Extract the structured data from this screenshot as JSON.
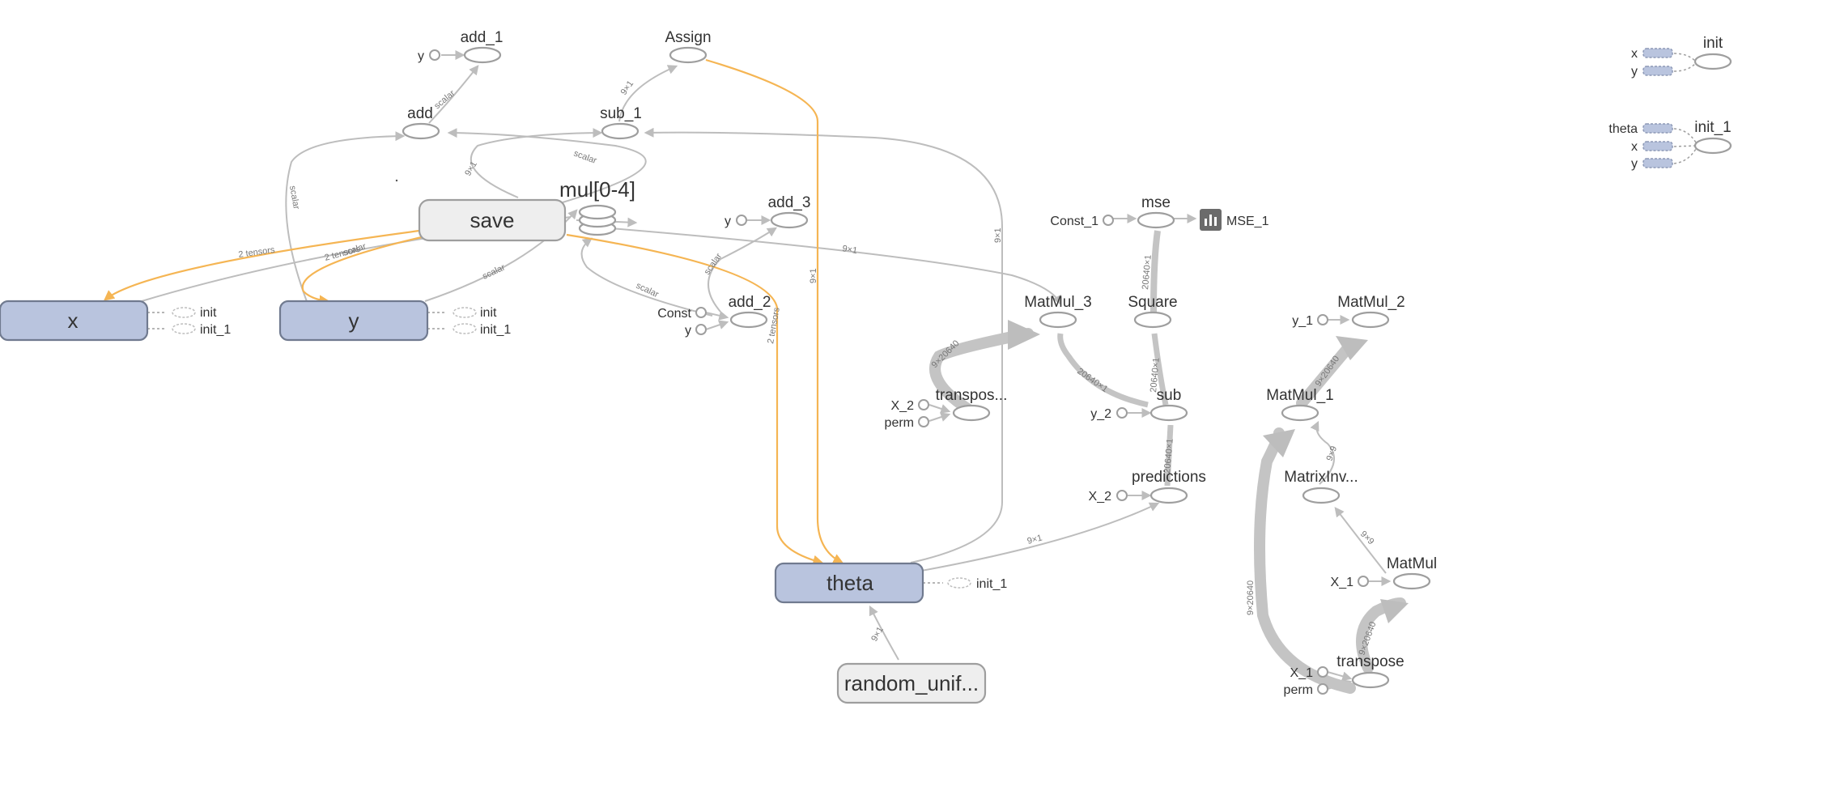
{
  "nodes": {
    "add_1": "add_1",
    "add": "add",
    "assign": "Assign",
    "sub_1": "sub_1",
    "mul": "mul[0-4]",
    "save": "save",
    "add_3": "add_3",
    "add_2": "add_2",
    "const": "Const",
    "x": "x",
    "y": "y",
    "theta": "theta",
    "random_unif": "random_unif...",
    "matmul_3": "MatMul_3",
    "transpos": "transpos...",
    "mse": "mse",
    "const_1": "Const_1",
    "mse_1": "MSE_1",
    "square": "Square",
    "sub": "sub",
    "predictions": "predictions",
    "matmul_2": "MatMul_2",
    "matmul_1": "MatMul_1",
    "matrixinv": "MatrixInv...",
    "matmul": "MatMul",
    "transpose": "transpose",
    "x_2": "X_2",
    "x_1": "X_1",
    "y_1": "y_1",
    "y_2": "y_2",
    "perm": "perm",
    "y_in": "y",
    "init": "init",
    "init_1": "init_1",
    "theta_in": "theta",
    "x_in": "x"
  },
  "edge_labels": {
    "scalar": "scalar",
    "two_tensors": "2 tensors",
    "nx1": "9×1",
    "n_20640": "9×20640",
    "m_1": "20640×1",
    "nxn": "9×9"
  }
}
